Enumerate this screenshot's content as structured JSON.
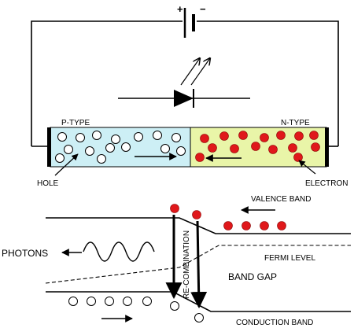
{
  "diagram": {
    "terminals": {
      "plus": "+",
      "minus": "−"
    },
    "regions": {
      "p_type": "P-TYPE",
      "n_type": "N-TYPE"
    },
    "carriers": {
      "hole": "HOLE",
      "electron": "ELECTRON"
    },
    "bands": {
      "valence": "VALENCE BAND",
      "fermi": "FERMI LEVEL",
      "gap": "BAND GAP",
      "conduction": "CONDUCTION BAND",
      "recombination": "RE-COMBINATION",
      "photons": "PHOTONS"
    },
    "colors": {
      "p_region": "#cdeff5",
      "n_region": "#e9f5a8",
      "electron": "#e0181b",
      "line": "#000000"
    }
  }
}
